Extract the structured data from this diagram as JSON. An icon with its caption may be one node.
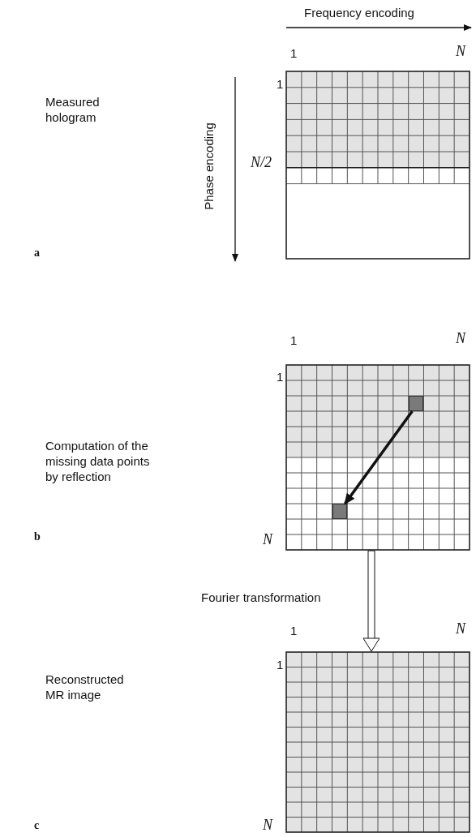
{
  "diagram": {
    "nodes": [
      {
        "text": [],
        "shape": "box"
      },
      {
        "text": [],
        "shape": "box"
      },
      {
        "text": [],
        "shape": "box",
        "in": 1
      },
      {
        "text": [],
        "shape": "box",
        "in": 1
      },
      {
        "text": [],
        "shape": "box"
      }
    ],
    "edges": [
      {
        "from": 2,
        "to": 3,
        "arrow": "to",
        "style": "thick"
      },
      {
        "from": 1,
        "to": 4,
        "arrow": "to",
        "label": "Fourier transformation"
      }
    ],
    "labels": [
      "Frequency encoding",
      "1",
      "N",
      "Measured hologram",
      "1",
      "Phase encoding",
      "N/2",
      "a",
      "1",
      "N",
      "1",
      "Computation of the missing data points by reflection",
      "N",
      "b",
      "1",
      "N",
      "1",
      "Reconstructed MR image",
      "N",
      "c"
    ]
  }
}
